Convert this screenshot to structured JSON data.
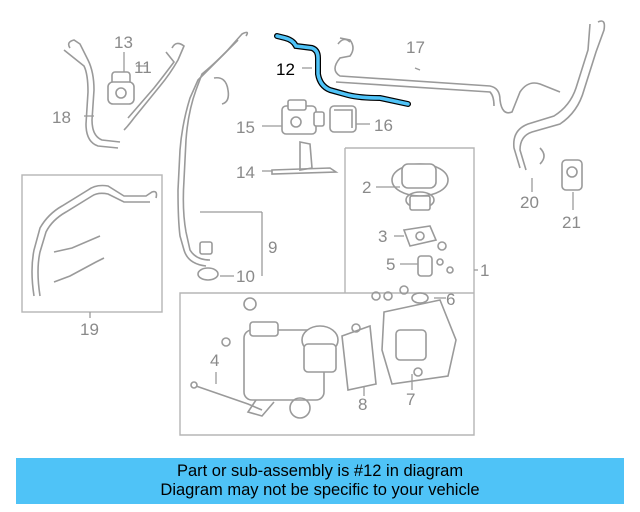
{
  "diagram": {
    "highlight_color": "#4fc3f7",
    "highlighted_part": "12",
    "callouts": [
      "1",
      "2",
      "3",
      "4",
      "5",
      "6",
      "7",
      "8",
      "9",
      "10",
      "11",
      "12",
      "13",
      "14",
      "15",
      "16",
      "17",
      "18",
      "19",
      "20",
      "21"
    ]
  },
  "banner": {
    "line1": "Part or sub-assembly is #12 in diagram",
    "line2": "Diagram may not be specific to your vehicle",
    "background": "#4fc3f7"
  }
}
